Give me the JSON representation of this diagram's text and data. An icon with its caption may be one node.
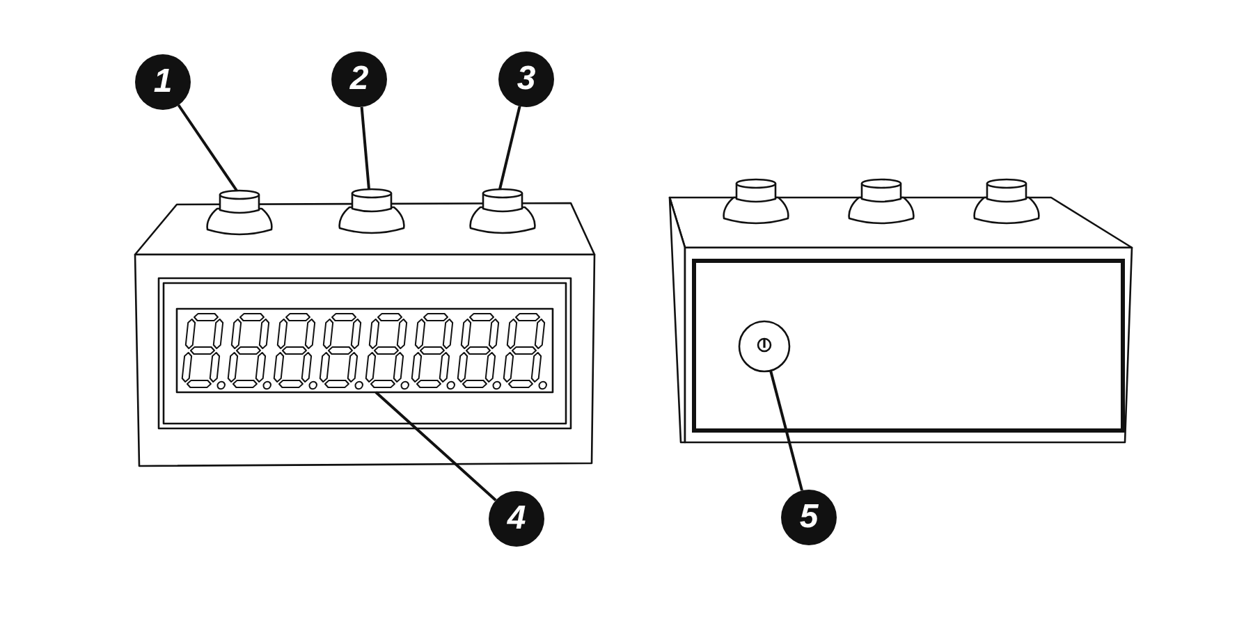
{
  "diagram": {
    "nodes": [
      {
        "text": [
          "1"
        ]
      },
      {
        "text": [
          "2"
        ]
      },
      {
        "text": [
          "3"
        ]
      },
      {
        "text": [],
        "shape": "cylinder"
      },
      {
        "text": [],
        "shape": "cylinder"
      },
      {
        "text": [],
        "shape": "cylinder"
      },
      {
        "text": [],
        "shape": "picture"
      },
      {
        "text": [],
        "shape": "picture"
      },
      {
        "text": [
          "4"
        ]
      },
      {
        "text": [
          "5"
        ]
      }
    ],
    "edges": [
      {
        "from": 0,
        "to": 3,
        "arrow": "none"
      },
      {
        "from": 1,
        "to": 4,
        "arrow": "none"
      },
      {
        "from": 2,
        "to": 5,
        "arrow": "none"
      },
      {
        "from": 8,
        "to": 6,
        "arrow": "none"
      },
      {
        "from": 9,
        "to": 7,
        "arrow": "none"
      }
    ]
  }
}
